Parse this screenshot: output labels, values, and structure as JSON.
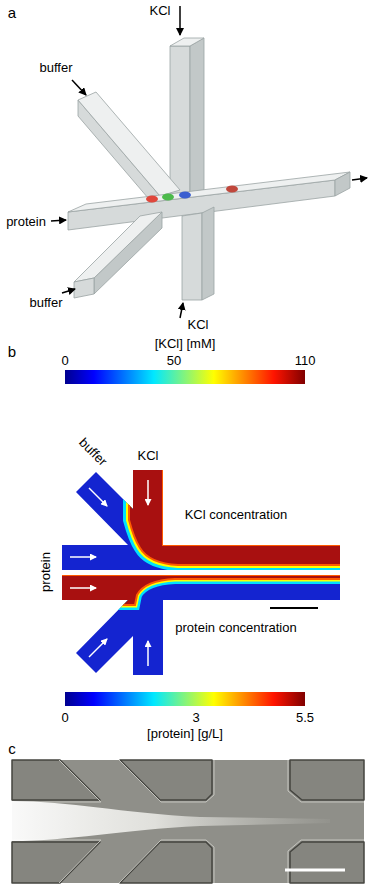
{
  "diagram": {
    "labels": [
      "a",
      "KCl",
      "buffer",
      "protein",
      "buffer",
      "KCl",
      "b",
      "[KCl] [mM]",
      "0",
      "50",
      "110",
      "buffer",
      "KCl",
      "KCl concentration",
      "protein",
      "protein concentration",
      "0",
      "3",
      "5.5",
      "[protein] [g/L]",
      "c"
    ]
  }
}
